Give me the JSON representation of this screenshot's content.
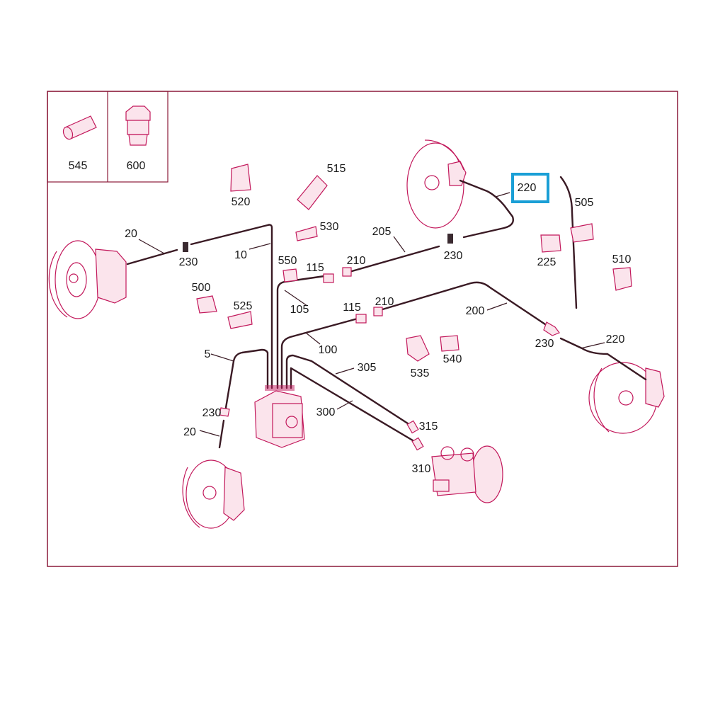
{
  "inset_parts": [
    {
      "id": "545",
      "label": "545",
      "icon": "tube-sleeve"
    },
    {
      "id": "600",
      "label": "600",
      "icon": "hex-fitting"
    }
  ],
  "labels": {
    "l520": "520",
    "l515": "515",
    "l530": "530",
    "l205": "205",
    "l220_highlight": "220",
    "l505": "505",
    "l225": "225",
    "l510": "510",
    "l20_top": "20",
    "l230_a": "230",
    "l10": "10",
    "l550": "550",
    "l115_a": "115",
    "l210_a": "210",
    "l230_b": "230",
    "l105": "105",
    "l500": "500",
    "l525": "525",
    "l115_b": "115",
    "l210_b": "210",
    "l200": "200",
    "l100": "100",
    "l230_c": "230",
    "l220_b": "220",
    "l5": "5",
    "l305": "305",
    "l535": "535",
    "l540": "540",
    "l230_d": "230",
    "l300": "300",
    "l315": "315",
    "l20_bottom": "20",
    "l310": "310"
  },
  "highlight": {
    "label": "220",
    "color": "#1a9fd6"
  },
  "colors": {
    "border": "#8b1a3a",
    "line_art": "#c2185b",
    "pipes": "#3a1a24"
  }
}
